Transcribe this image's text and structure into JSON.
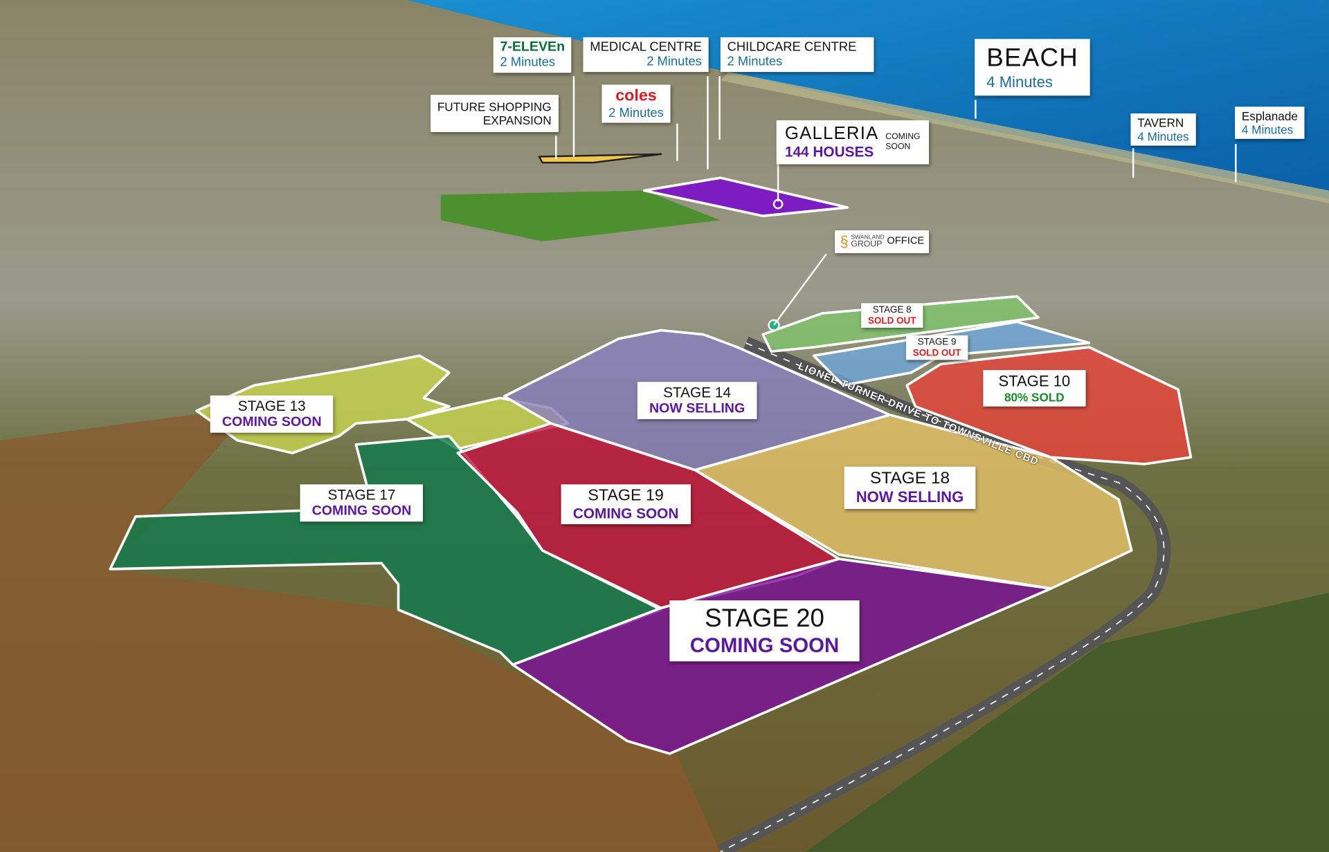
{
  "amenities": {
    "seven_eleven": {
      "brand": "7-ELEVEn",
      "time": "2 Minutes"
    },
    "medical": {
      "name": "MEDICAL CENTRE",
      "time": "2 Minutes"
    },
    "childcare": {
      "name": "CHILDCARE CENTRE",
      "time": "2 Minutes"
    },
    "coles": {
      "brand": "coles",
      "time": "2 Minutes"
    },
    "future_shopping": {
      "line1": "FUTURE SHOPPING",
      "line2": "EXPANSION"
    },
    "beach": {
      "name": "BEACH",
      "time": "4 Minutes"
    },
    "tavern": {
      "name": "TAVERN",
      "time": "4 Minutes"
    },
    "esplanade": {
      "name": "Esplanade",
      "time": "4 Minutes"
    },
    "galleria": {
      "name": "GALLERIA",
      "houses": "144 HOUSES",
      "status_line1": "COMING",
      "status_line2": "SOON"
    },
    "office": {
      "brand_line1": "SWANLAND",
      "brand_line2": "GROUP",
      "label": "OFFICE"
    }
  },
  "road": {
    "label": "LIONEL TURNER DRIVE TO TOWNSVILLE CBD"
  },
  "stages": [
    {
      "name": "STAGE 8",
      "status": "SOLD OUT",
      "color": "#7fc46a"
    },
    {
      "name": "STAGE 9",
      "status": "SOLD OUT",
      "color": "#6fa8dc"
    },
    {
      "name": "STAGE 10",
      "status": "80% SOLD",
      "color": "#e8423a"
    },
    {
      "name": "STAGE 13",
      "status": "COMING SOON",
      "color": "#c9d650"
    },
    {
      "name": "STAGE 14",
      "status": "NOW SELLING",
      "color": "#8a7fc0"
    },
    {
      "name": "STAGE 17",
      "status": "COMING SOON",
      "color": "#0f7a4e"
    },
    {
      "name": "STAGE 18",
      "status": "NOW SELLING",
      "color": "#e9c46a"
    },
    {
      "name": "STAGE 19",
      "status": "COMING SOON",
      "color": "#c4123e"
    },
    {
      "name": "STAGE 20",
      "status": "COMING SOON",
      "color": "#7a0f9a"
    }
  ]
}
